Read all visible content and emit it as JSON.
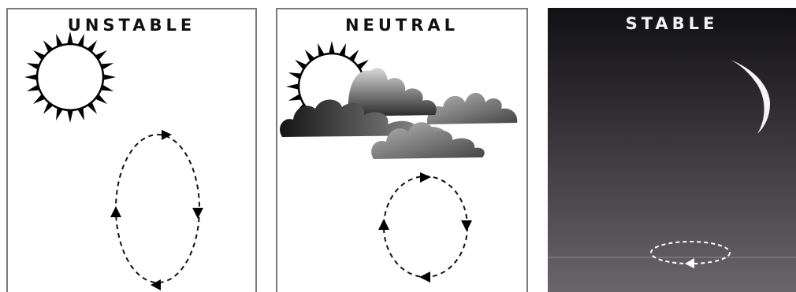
{
  "panels": {
    "unstable": {
      "title": "UNSTABLE"
    },
    "neutral": {
      "title": "NEUTRAL"
    },
    "stable": {
      "title": "STABLE"
    }
  },
  "icons": [
    "sun-icon",
    "cloud-icon",
    "moon-icon",
    "circulation-loop-icon"
  ],
  "colors": {
    "panel_border": "#7a7a7a",
    "night_sky_top": "#111014",
    "night_sky_bottom": "#69666a"
  }
}
